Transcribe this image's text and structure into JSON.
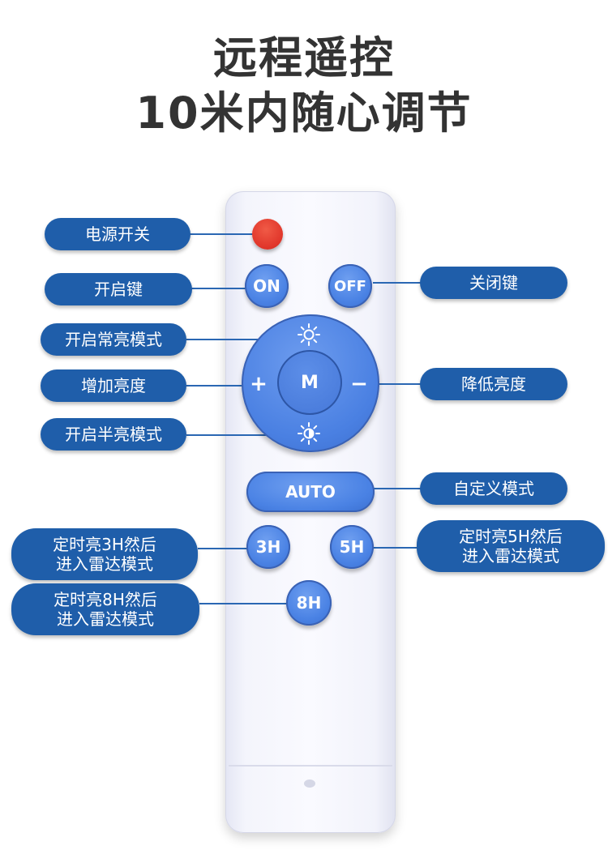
{
  "title": {
    "line1": "远程遥控",
    "line2": "10米内随心调节"
  },
  "labels": {
    "power": "电源开关",
    "on": "开启键",
    "off": "关闭键",
    "constant": "开启常亮模式",
    "increase": "增加亮度",
    "decrease": "降低亮度",
    "half": "开启半亮模式",
    "custom": "自定义模式",
    "timer3_l1": "定时亮3H然后",
    "timer3_l2": "进入雷达模式",
    "timer5_l1": "定时亮5H然后",
    "timer5_l2": "进入雷达模式",
    "timer8_l1": "定时亮8H然后",
    "timer8_l2": "进入雷达模式"
  },
  "buttons": {
    "on": "ON",
    "off": "OFF",
    "mode": "M",
    "plus": "+",
    "minus": "−",
    "auto": "AUTO",
    "h3": "3H",
    "h5": "5H",
    "h8": "8H"
  },
  "colors": {
    "label_bg": "#1f5eaa",
    "button_blue": "#4a82e4",
    "power_red": "#e0352a",
    "remote_body": "#f4f5fc"
  },
  "icons": {
    "power": "power-button",
    "brightness_full": "sun-icon",
    "brightness_half": "half-sun-icon"
  }
}
